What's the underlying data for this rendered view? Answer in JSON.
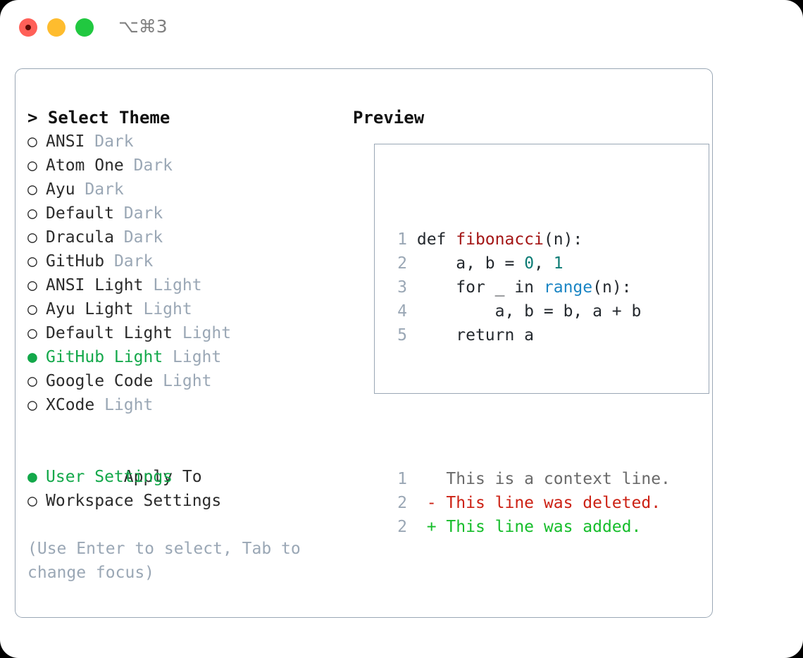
{
  "window": {
    "shortcut": "⌥⌘3",
    "traffic_lights": [
      {
        "name": "close",
        "color": "#ff6058"
      },
      {
        "name": "minimize",
        "color": "#febc2e"
      },
      {
        "name": "maximize",
        "color": "#21c840"
      }
    ]
  },
  "colors": {
    "accent_green": "#13a84a",
    "muted": "#9aa7b5",
    "text": "#2b2b2b",
    "border": "#9aa7b5",
    "diff_added": "#15bd2a",
    "diff_deleted": "#cc2114",
    "syntax_function": "#a31515",
    "syntax_number": "#0c7b74",
    "syntax_call": "#1a85c4"
  },
  "theme_picker": {
    "heading": "> Select Theme",
    "items": [
      {
        "marker": "○",
        "label": "ANSI",
        "suffix": "Dark",
        "selected": false
      },
      {
        "marker": "○",
        "label": "Atom One",
        "suffix": "Dark",
        "selected": false
      },
      {
        "marker": "○",
        "label": "Ayu",
        "suffix": "Dark",
        "selected": false
      },
      {
        "marker": "○",
        "label": "Default",
        "suffix": "Dark",
        "selected": false
      },
      {
        "marker": "○",
        "label": "Dracula",
        "suffix": "Dark",
        "selected": false
      },
      {
        "marker": "○",
        "label": "GitHub",
        "suffix": "Dark",
        "selected": false
      },
      {
        "marker": "○",
        "label": "ANSI Light",
        "suffix": "Light",
        "selected": false
      },
      {
        "marker": "○",
        "label": "Ayu Light",
        "suffix": "Light",
        "selected": false
      },
      {
        "marker": "○",
        "label": "Default Light",
        "suffix": "Light",
        "selected": false
      },
      {
        "marker": "●",
        "label": "GitHub Light",
        "suffix": "Light",
        "selected": true
      },
      {
        "marker": "○",
        "label": "Google Code",
        "suffix": "Light",
        "selected": false
      },
      {
        "marker": "○",
        "label": "XCode",
        "suffix": "Light",
        "selected": false
      }
    ]
  },
  "apply_to": {
    "heading": "Apply To",
    "items": [
      {
        "marker": "●",
        "label": "User Settings",
        "selected": true
      },
      {
        "marker": "○",
        "label": "Workspace Settings",
        "selected": false
      }
    ]
  },
  "hint": "(Use Enter to select, Tab to change focus)",
  "preview": {
    "heading": "Preview",
    "code_lines": [
      {
        "num": "1",
        "parts": [
          {
            "t": "def ",
            "c": "tok"
          },
          {
            "t": "fibonacci",
            "c": "tok-fn"
          },
          {
            "t": "(n):",
            "c": "tok"
          }
        ]
      },
      {
        "num": "2",
        "parts": [
          {
            "t": "    a, b = ",
            "c": "tok"
          },
          {
            "t": "0",
            "c": "tok-num"
          },
          {
            "t": ", ",
            "c": "tok"
          },
          {
            "t": "1",
            "c": "tok-num"
          }
        ]
      },
      {
        "num": "3",
        "parts": [
          {
            "t": "    for _ in ",
            "c": "tok"
          },
          {
            "t": "range",
            "c": "tok-call"
          },
          {
            "t": "(n):",
            "c": "tok"
          }
        ]
      },
      {
        "num": "4",
        "parts": [
          {
            "t": "        a, b = b, a + b",
            "c": "tok"
          }
        ]
      },
      {
        "num": "5",
        "parts": [
          {
            "t": "    return a",
            "c": "tok"
          }
        ]
      }
    ],
    "diff_lines": [
      {
        "num": "1",
        "sign": "  ",
        "text": "This is a context line.",
        "kind": "tok-ctx"
      },
      {
        "num": "2",
        "sign": "- ",
        "text": "This line was deleted.",
        "kind": "tok-del"
      },
      {
        "num": "2",
        "sign": "+ ",
        "text": "This line was added.",
        "kind": "tok-add"
      }
    ]
  }
}
